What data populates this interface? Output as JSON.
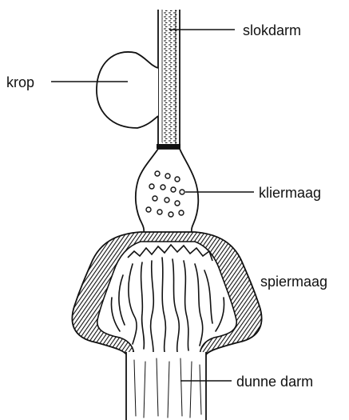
{
  "labels": {
    "slokdarm": "slokdarm",
    "krop": "krop",
    "kliermaag": "kliermaag",
    "spiermaag": "spiermaag",
    "dunne_darm": "dunne darm"
  },
  "colors": {
    "ink": "#111111",
    "background": "#ffffff"
  }
}
